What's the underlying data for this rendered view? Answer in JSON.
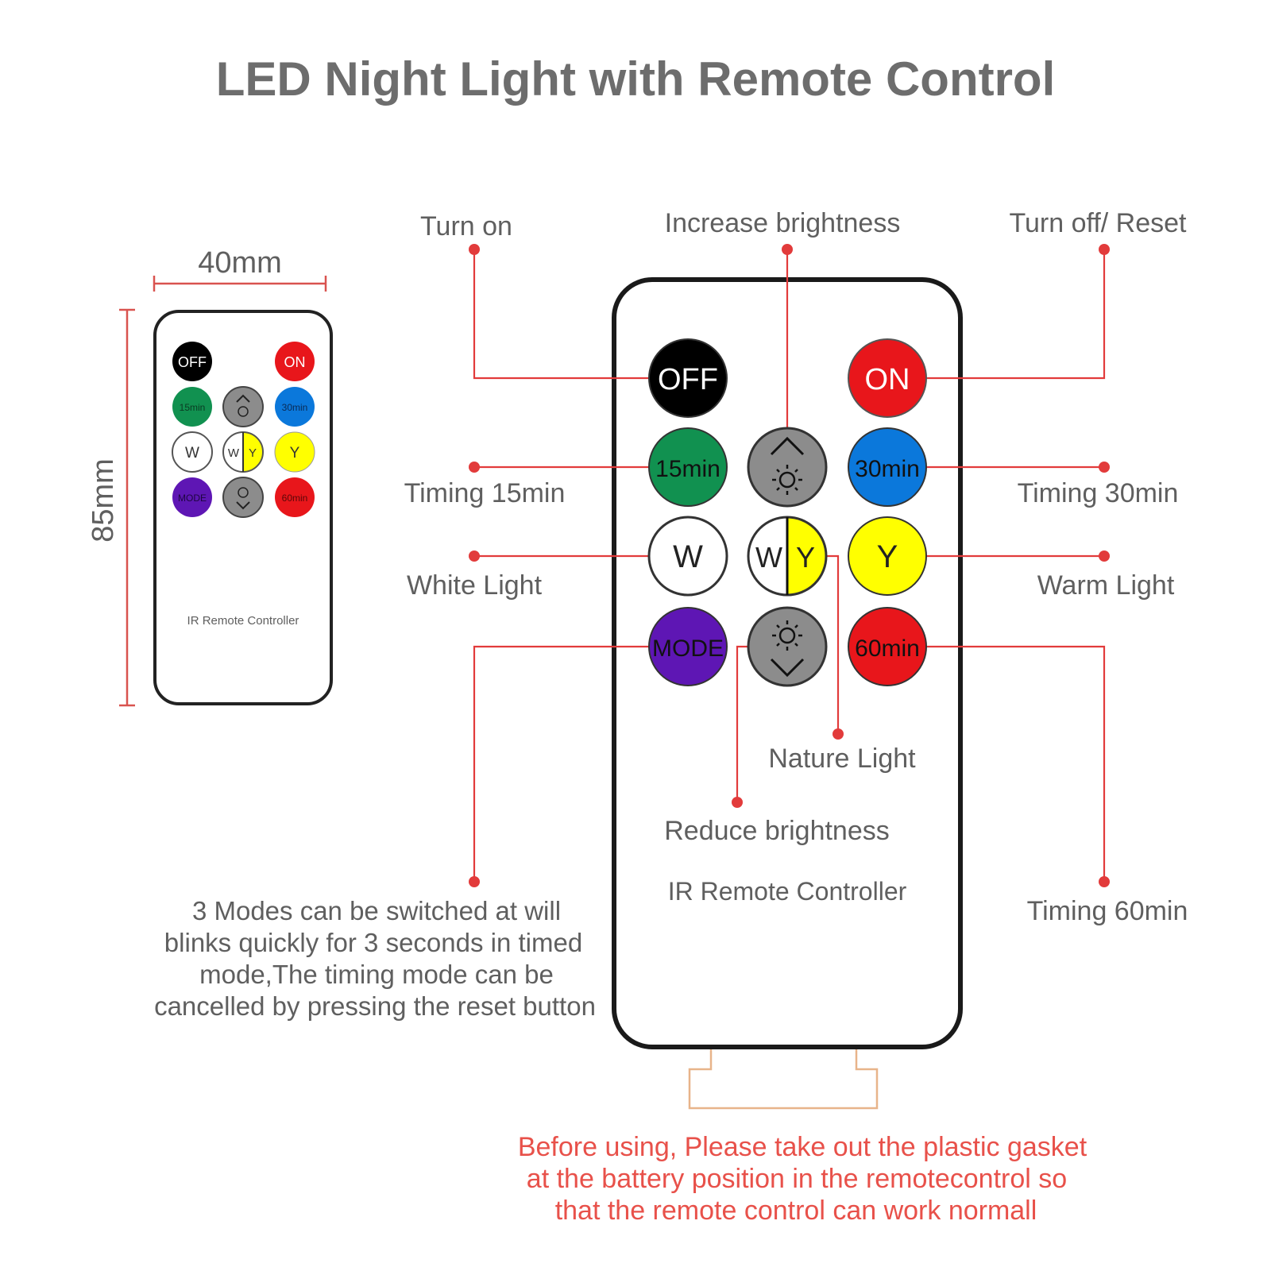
{
  "title": "LED Night Light  with Remote Control",
  "dimensions": {
    "width": "40mm",
    "height": "85mm"
  },
  "remote": {
    "footer_label": "IR Remote Controller",
    "buttons": {
      "off": {
        "label": "OFF",
        "color": "#000000",
        "text_color": "#ffffff"
      },
      "on": {
        "label": "ON",
        "color": "#e8161b",
        "text_color": "#ffffff"
      },
      "t15": {
        "label": "15min",
        "color": "#119150",
        "text_color": "#111111"
      },
      "up": {
        "label": "",
        "color": "#8c8c8c",
        "icon": "brightness-up-icon"
      },
      "t30": {
        "label": "30min",
        "color": "#0b78db",
        "text_color": "#111111"
      },
      "w": {
        "label": "W",
        "color": "#ffffff",
        "text_color": "#222222"
      },
      "wy_w": {
        "label": "W",
        "color": "#ffffff",
        "text_color": "#222222"
      },
      "wy_y": {
        "label": "Y",
        "color": "#ffff00",
        "text_color": "#222222"
      },
      "y": {
        "label": "Y",
        "color": "#ffff00",
        "text_color": "#222222"
      },
      "mode": {
        "label": "MODE",
        "color": "#5e16b4",
        "text_color": "#111111"
      },
      "down": {
        "label": "",
        "color": "#8c8c8c",
        "icon": "brightness-down-icon"
      },
      "t60": {
        "label": "60min",
        "color": "#e8161b",
        "text_color": "#111111"
      }
    }
  },
  "callouts": {
    "turn_on": "Turn on",
    "increase": "Increase brightness",
    "turn_off": "Turn off/ Reset",
    "timing15": "Timing 15min",
    "timing30": "Timing 30min",
    "white": "White Light",
    "warm": "Warm Light",
    "nature": "Nature Light",
    "reduce": "Reduce brightness",
    "timing60": "Timing 60min",
    "modes": [
      "3 Modes can be switched at will",
      "blinks quickly for 3 seconds in timed",
      "mode,The timing mode can be",
      "cancelled by pressing the reset button"
    ]
  },
  "warning": [
    "Before using, Please take out the plastic gasket",
    "at the battery position in the remotecontrol so",
    "that the remote control can work normall"
  ],
  "colors": {
    "accent_line": "#e23b3b",
    "warning_text": "#e8514a",
    "title_text": "#6d6d6d",
    "dimension_line": "#d9534f"
  }
}
